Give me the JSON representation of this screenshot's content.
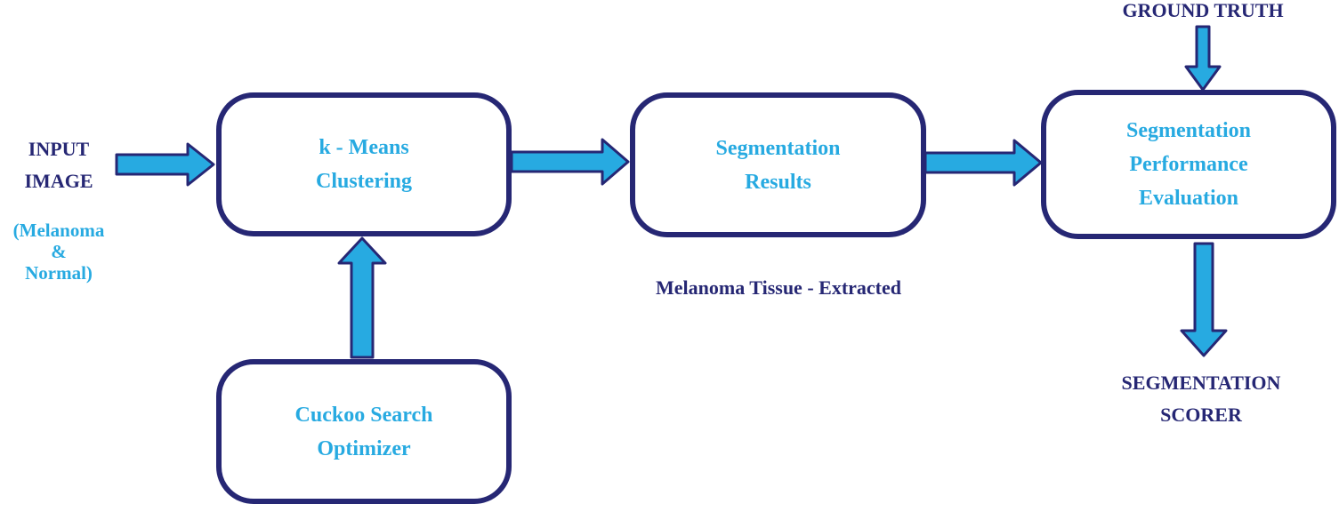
{
  "nodes": {
    "kmeans": [
      "k - Means",
      "Clustering"
    ],
    "segresults": [
      "Segmentation",
      "Results"
    ],
    "evaluation": [
      "Segmentation",
      "Performance",
      "Evaluation"
    ],
    "cuckoo": [
      "Cuckoo Search",
      "Optimizer"
    ]
  },
  "labels": {
    "input": [
      "INPUT",
      "IMAGE"
    ],
    "input_note": [
      "(Melanoma",
      "&",
      "Normal)"
    ],
    "extracted": "Melanoma Tissue - Extracted",
    "ground_truth": "GROUND TRUTH",
    "scorer": [
      "SEGMENTATION",
      "SCORER"
    ]
  },
  "colors": {
    "box_border": "#262774",
    "box_text": "#27aae1",
    "arrow_fill": "#27aae1",
    "arrow_outline": "#262774",
    "label_dark": "#262774"
  }
}
